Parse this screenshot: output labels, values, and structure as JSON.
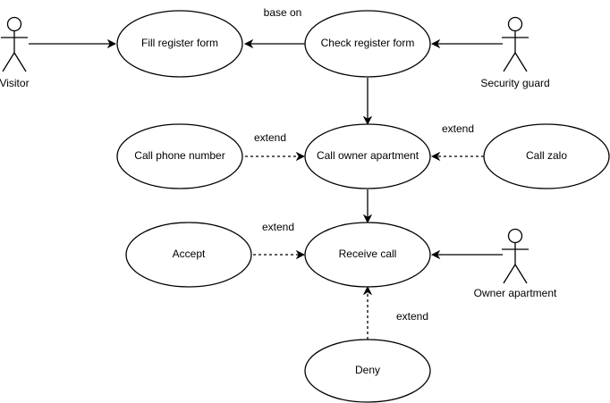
{
  "diagram": {
    "use_cases": {
      "fill_register_form": "Fill register form",
      "check_register_form": "Check register form",
      "call_phone_number": "Call phone number",
      "call_owner_apartment": "Call owner apartment",
      "call_zalo": "Call zalo",
      "accept": "Accept",
      "receive_call": "Receive call",
      "deny": "Deny"
    },
    "actors": {
      "visitor": "Visitor",
      "security_guard": "Security guard",
      "owner_apartment": "Owner apartment"
    },
    "relations": {
      "base_on": "base on",
      "extend_phone": "extend",
      "extend_zalo": "extend",
      "extend_accept": "extend",
      "extend_deny": "extend"
    }
  }
}
